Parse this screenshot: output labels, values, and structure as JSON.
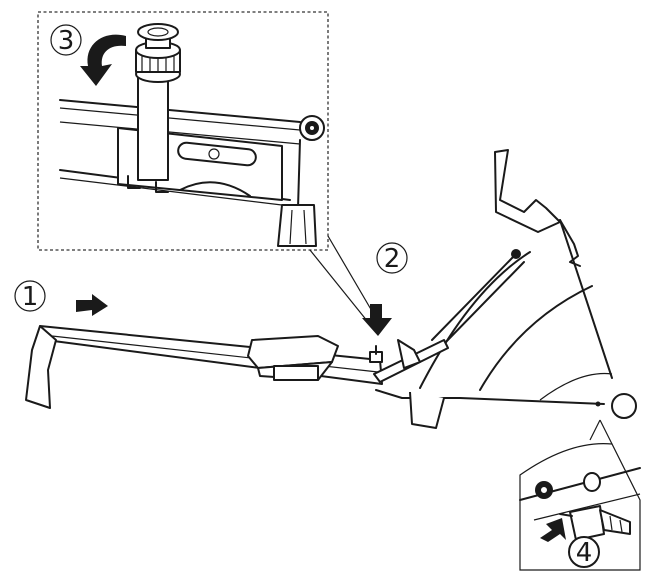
{
  "steps": [
    {
      "id": "step-1",
      "label": "1"
    },
    {
      "id": "step-2",
      "label": "2"
    },
    {
      "id": "step-3",
      "label": "3"
    },
    {
      "id": "step-4",
      "label": "4"
    }
  ],
  "colors": {
    "ink": "#1a1a1a",
    "background": "#ffffff"
  },
  "icons": [
    "arrow-right-icon",
    "arrow-down-icon",
    "rotate-arrow-icon",
    "arrow-left-icon",
    "knob-icon",
    "plug-icon"
  ]
}
